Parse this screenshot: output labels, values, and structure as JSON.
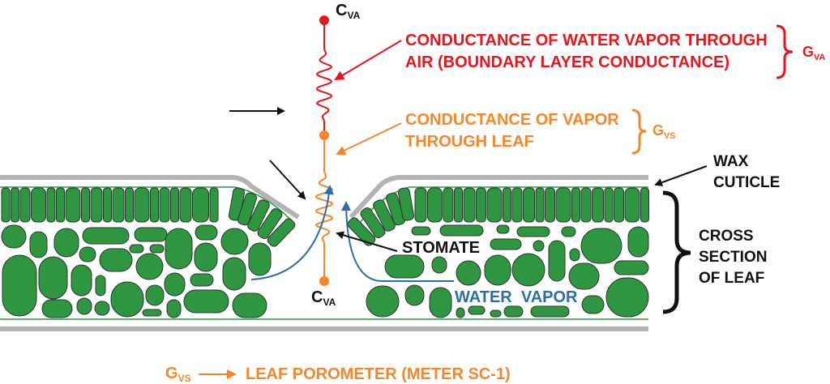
{
  "labels": {
    "c_va_top": {
      "main": "C",
      "sub": "VA"
    },
    "c_va_bottom": {
      "main": "C",
      "sub": "VA"
    },
    "g_va": {
      "main": "G",
      "sub": "VA"
    },
    "g_vs": {
      "main": "G",
      "sub": "VS"
    },
    "boundary_conductance": [
      "CONDUCTANCE OF WATER VAPOR THROUGH",
      "AIR (BOUNDARY LAYER CONDUCTANCE)"
    ],
    "leaf_conductance": [
      "CONDUCTANCE OF VAPOR",
      "THROUGH LEAF"
    ],
    "wax_cuticle": [
      "WAX",
      "CUTICLE"
    ],
    "cross_section": [
      "CROSS",
      "SECTION",
      "OF LEAF"
    ],
    "stomate": "STOMATE",
    "water_vapor": "WATER  VAPOR",
    "legend": {
      "symbol_main": "G",
      "symbol_sub": "VS",
      "text": "LEAF POROMETER (METER SC-1)"
    }
  },
  "colors": {
    "boundary": "#e8161b",
    "leaf": "#f5872a",
    "cells": "#2e9540",
    "vapor": "#2a6fa8",
    "cuticle": "#b3b3b3"
  }
}
